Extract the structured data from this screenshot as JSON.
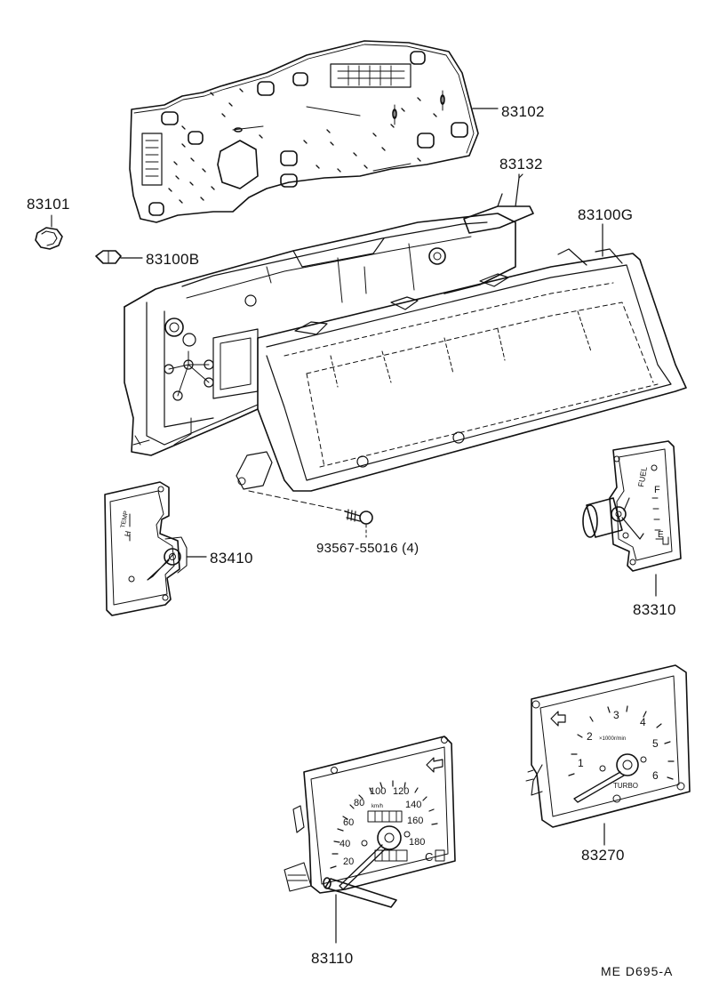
{
  "labels": {
    "p83102": "83102",
    "p83101": "83101",
    "p83100B": "83100B",
    "p83132": "83132",
    "p83100G": "83100G",
    "p93567": "93567-55016 (4)",
    "p83410": "83410",
    "p83310": "83310",
    "p83270": "83270",
    "p83110": "83110"
  },
  "gauge_text": {
    "fuel": "FUEL",
    "fuel_full": "F",
    "fuel_empty": "E",
    "temp": "TEMP",
    "temp_h": "H",
    "tach_ticks": [
      "1",
      "2",
      "3",
      "4",
      "5",
      "6"
    ],
    "tach_unit": "×1000r/min",
    "tach_turbo": "TURBO",
    "speed_ticks": [
      "20",
      "40",
      "60",
      "80",
      "100",
      "120",
      "140",
      "160",
      "180"
    ],
    "speed_unit": "km/h",
    "speed_c": "C"
  },
  "diagram_code": "ME  D695-A"
}
